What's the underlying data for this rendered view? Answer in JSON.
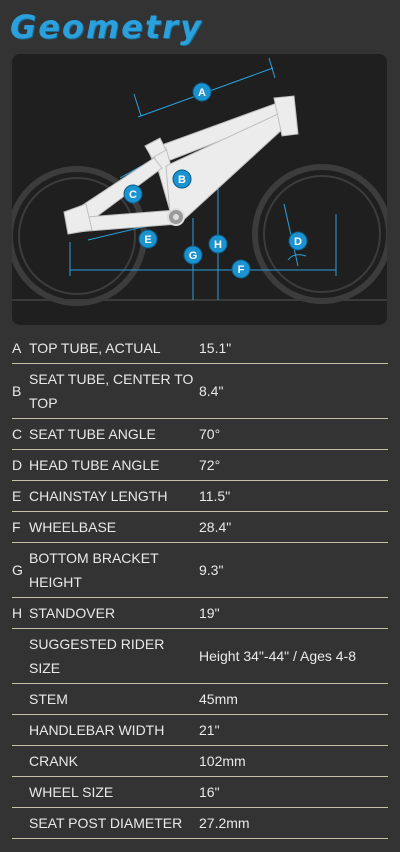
{
  "page": {
    "title": "Geometry"
  },
  "diagram": {
    "markers": [
      "A",
      "B",
      "C",
      "D",
      "E",
      "F",
      "G",
      "H"
    ]
  },
  "specs": [
    {
      "key": "A",
      "label": "TOP TUBE, ACTUAL",
      "value": "15.1\""
    },
    {
      "key": "B",
      "label": "SEAT TUBE, CENTER TO TOP",
      "value": "8.4\""
    },
    {
      "key": "C",
      "label": "SEAT TUBE ANGLE",
      "value": "70°"
    },
    {
      "key": "D",
      "label": "HEAD TUBE ANGLE",
      "value": "72°"
    },
    {
      "key": "E",
      "label": "CHAINSTAY LENGTH",
      "value": "11.5\""
    },
    {
      "key": "F",
      "label": "WHEELBASE",
      "value": "28.4\""
    },
    {
      "key": "G",
      "label": "BOTTOM BRACKET HEIGHT",
      "value": "9.3\""
    },
    {
      "key": "H",
      "label": "STANDOVER",
      "value": "19\""
    },
    {
      "key": "",
      "label": "SUGGESTED RIDER SIZE",
      "value": "Height 34\"-44\" / Ages 4-8"
    },
    {
      "key": "",
      "label": "STEM",
      "value": "45mm"
    },
    {
      "key": "",
      "label": "HANDLEBAR WIDTH",
      "value": "21\""
    },
    {
      "key": "",
      "label": "CRANK",
      "value": "102mm"
    },
    {
      "key": "",
      "label": "WHEEL SIZE",
      "value": "16\""
    },
    {
      "key": "",
      "label": "SEAT POST DIAMETER",
      "value": "27.2mm"
    }
  ]
}
